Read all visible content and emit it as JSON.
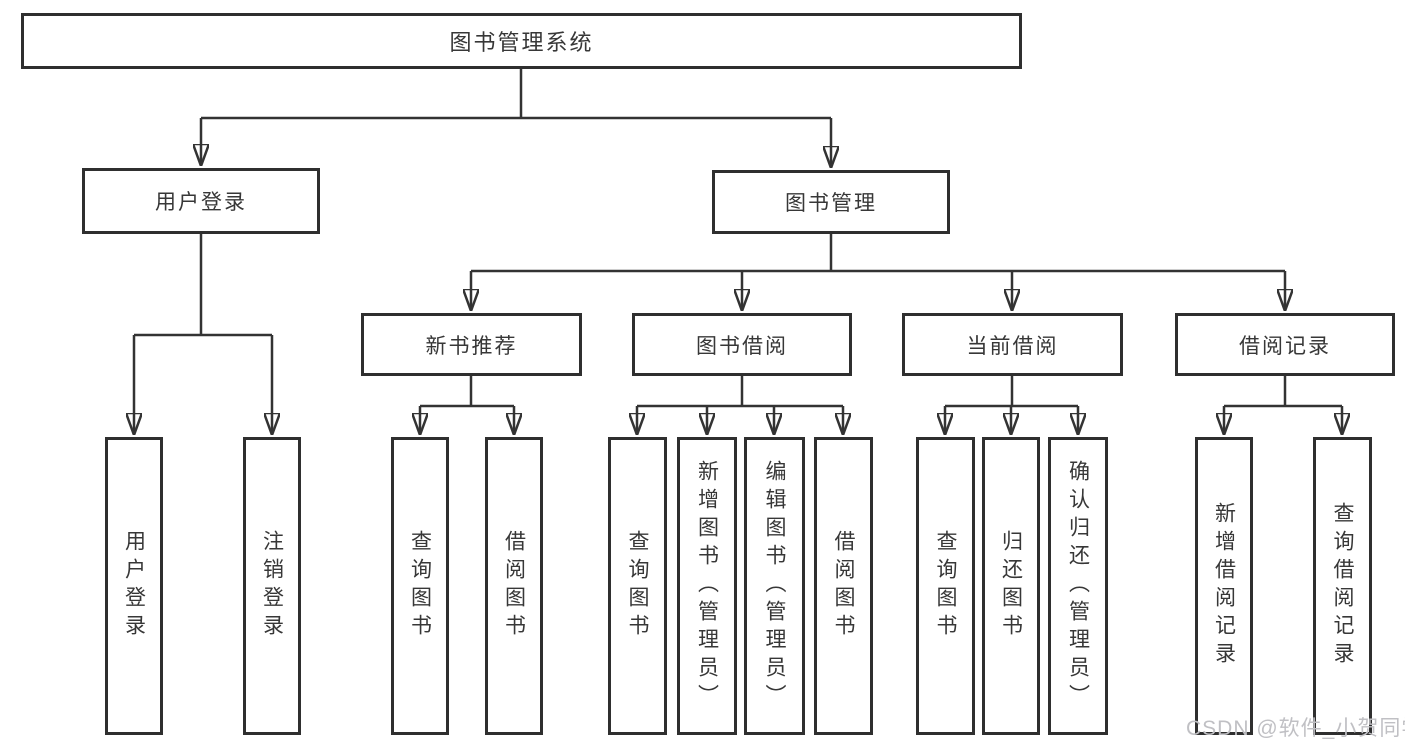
{
  "colors": {
    "line": "#333333",
    "box_border": "#2f2f2f",
    "text": "#373737",
    "watermark": "#c0c0c4",
    "background": "#ffffff"
  },
  "watermark": {
    "text": "CSDN @软件_小贺同学"
  },
  "tree": {
    "root": {
      "label": "图书管理系统",
      "children": [
        {
          "label": "用户登录",
          "children": [
            {
              "label": "用户登录"
            },
            {
              "label": "注销登录"
            }
          ]
        },
        {
          "label": "图书管理",
          "children": [
            {
              "label": "新书推荐",
              "children": [
                {
                  "label": "查询图书"
                },
                {
                  "label": "借阅图书"
                }
              ]
            },
            {
              "label": "图书借阅",
              "children": [
                {
                  "label": "查询图书"
                },
                {
                  "label": "新增图书（管理员）"
                },
                {
                  "label": "编辑图书（管理员）"
                },
                {
                  "label": "借阅图书"
                }
              ]
            },
            {
              "label": "当前借阅",
              "children": [
                {
                  "label": "查询图书"
                },
                {
                  "label": "归还图书"
                },
                {
                  "label": "确认归还（管理员）"
                }
              ]
            },
            {
              "label": "借阅记录",
              "children": [
                {
                  "label": "新增借阅记录"
                },
                {
                  "label": "查询借阅记录"
                }
              ]
            }
          ]
        }
      ]
    }
  }
}
